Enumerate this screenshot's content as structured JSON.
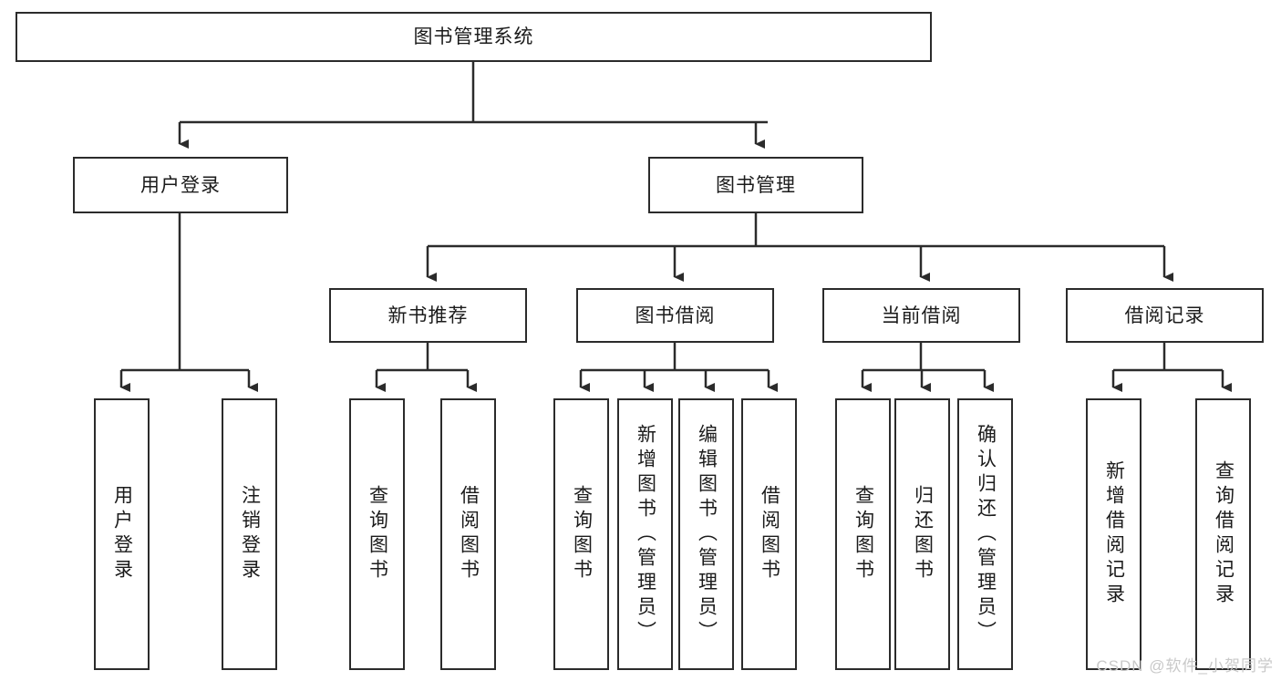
{
  "diagram": {
    "title_node": {
      "label": "图书管理系统"
    },
    "level2": [
      {
        "id": "user-login",
        "label": "用户登录"
      },
      {
        "id": "book-manage",
        "label": "图书管理"
      }
    ],
    "level3": [
      {
        "id": "new-book-recommend",
        "label": "新书推荐"
      },
      {
        "id": "book-borrow",
        "label": "图书借阅"
      },
      {
        "id": "current-borrow",
        "label": "当前借阅"
      },
      {
        "id": "borrow-record",
        "label": "借阅记录"
      }
    ],
    "leaves": {
      "user_login": [
        {
          "id": "leaf-user-login",
          "label": "用户登录"
        },
        {
          "id": "leaf-logout-login",
          "label": "注销登录"
        }
      ],
      "new_book_recommend": [
        {
          "id": "leaf-query-book-1",
          "label": "查询图书"
        },
        {
          "id": "leaf-borrow-book-1",
          "label": "借阅图书"
        }
      ],
      "book_borrow": [
        {
          "id": "leaf-query-book-2",
          "label": "查询图书"
        },
        {
          "id": "leaf-add-book",
          "label": "新增图书（管理员）"
        },
        {
          "id": "leaf-edit-book",
          "label": "编辑图书（管理员）"
        },
        {
          "id": "leaf-borrow-book-2",
          "label": "借阅图书"
        }
      ],
      "current_borrow": [
        {
          "id": "leaf-query-book-3",
          "label": "查询图书"
        },
        {
          "id": "leaf-return-book",
          "label": "归还图书"
        },
        {
          "id": "leaf-confirm-return",
          "label": "确认归还（管理员）"
        }
      ],
      "borrow_record": [
        {
          "id": "leaf-add-record",
          "label": "新增借阅记录"
        },
        {
          "id": "leaf-query-record",
          "label": "查询借阅记录"
        }
      ]
    }
  },
  "watermark": {
    "text": "CSDN @软件_小贺同学"
  },
  "colors": {
    "box_border": "#2b2b2b",
    "box_fill": "#ffffff",
    "line": "#2b2b2b",
    "text": "#1b1b1b",
    "watermark": "#c9c9c9"
  }
}
